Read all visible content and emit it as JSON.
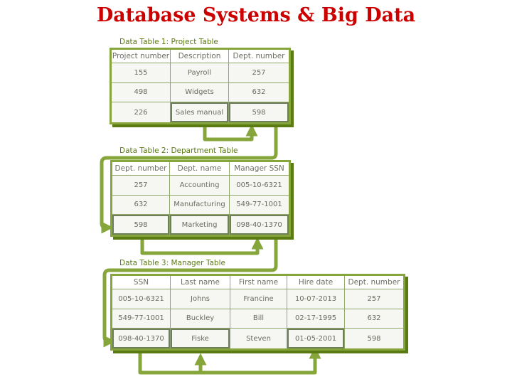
{
  "title": "Database Systems & Big Data",
  "colors": {
    "title": "#cc0000",
    "accent": "#86a63b",
    "caption": "#5a7a12"
  },
  "tables": [
    {
      "caption": "Data Table 1: Project Table",
      "columns": [
        "Project number",
        "Description",
        "Dept. number"
      ],
      "rows": [
        [
          "155",
          "Payroll",
          "257"
        ],
        [
          "498",
          "Widgets",
          "632"
        ],
        [
          "226",
          "Sales manual",
          "598"
        ]
      ]
    },
    {
      "caption": "Data Table 2: Department Table",
      "columns": [
        "Dept. number",
        "Dept. name",
        "Manager SSN"
      ],
      "rows": [
        [
          "257",
          "Accounting",
          "005-10-6321"
        ],
        [
          "632",
          "Manufacturing",
          "549-77-1001"
        ],
        [
          "598",
          "Marketing",
          "098-40-1370"
        ]
      ]
    },
    {
      "caption": "Data Table 3: Manager Table",
      "columns": [
        "SSN",
        "Last name",
        "First name",
        "Hire date",
        "Dept. number"
      ],
      "rows": [
        [
          "005-10-6321",
          "Johns",
          "Francine",
          "10-07-2013",
          "257"
        ],
        [
          "549-77-1001",
          "Buckley",
          "Bill",
          "02-17-1995",
          "632"
        ],
        [
          "098-40-1370",
          "Fiske",
          "Steven",
          "01-05-2001",
          "598"
        ]
      ]
    }
  ]
}
